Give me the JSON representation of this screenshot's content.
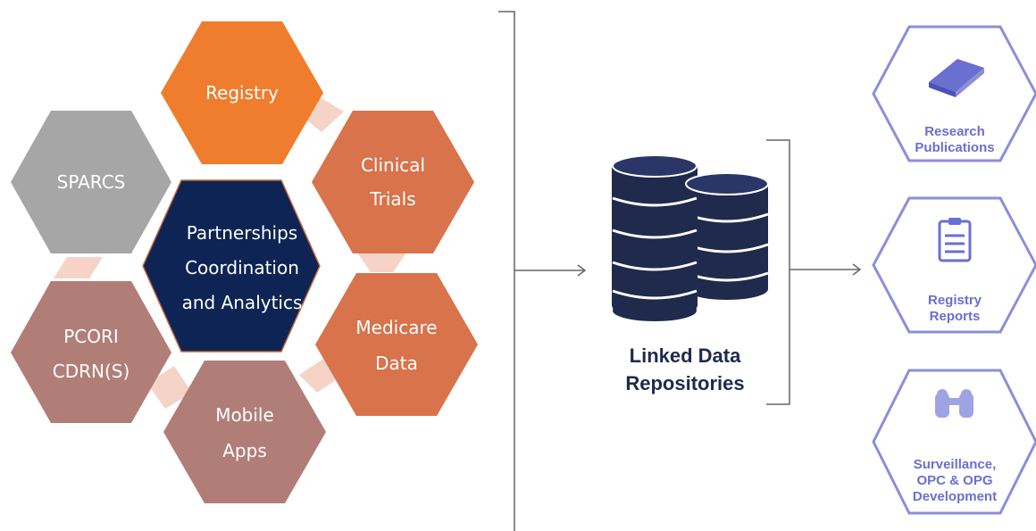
{
  "colors": {
    "orange": "#ef7d2d",
    "terracotta": "#d8734b",
    "rose": "#b17e77",
    "gray": "#a6a6a6",
    "navy": "#0e2454",
    "connector": "#f5d3c7",
    "outline_purple": "#8b8fd9",
    "db_navy": "#1f2a4d",
    "line_gray": "#666666"
  },
  "hexes": {
    "registry": {
      "line1": "Registry"
    },
    "clinical": {
      "line1": "Clinical",
      "line2": "Trials"
    },
    "sparcs": {
      "line1": "SPARCS"
    },
    "center": {
      "line1": "Partnerships",
      "line2": "Coordination",
      "line3": "and Analytics"
    },
    "medicare": {
      "line1": "Medicare",
      "line2": "Data"
    },
    "pcori": {
      "line1": "PCORI",
      "line2": "CDRN(S)"
    },
    "mobile": {
      "line1": "Mobile",
      "line2": "Apps"
    }
  },
  "repository": {
    "line1": "Linked Data",
    "line2": "Repositories",
    "icon": "database-icon"
  },
  "outputs": [
    {
      "line1": "Research",
      "line2": "Publications",
      "icon": "book-icon"
    },
    {
      "line1": "Registry",
      "line2": "Reports",
      "icon": "clipboard-icon"
    },
    {
      "line1": "Surveillance,",
      "line2": "OPC & OPG",
      "line3": "Development",
      "icon": "binoculars-icon"
    }
  ]
}
